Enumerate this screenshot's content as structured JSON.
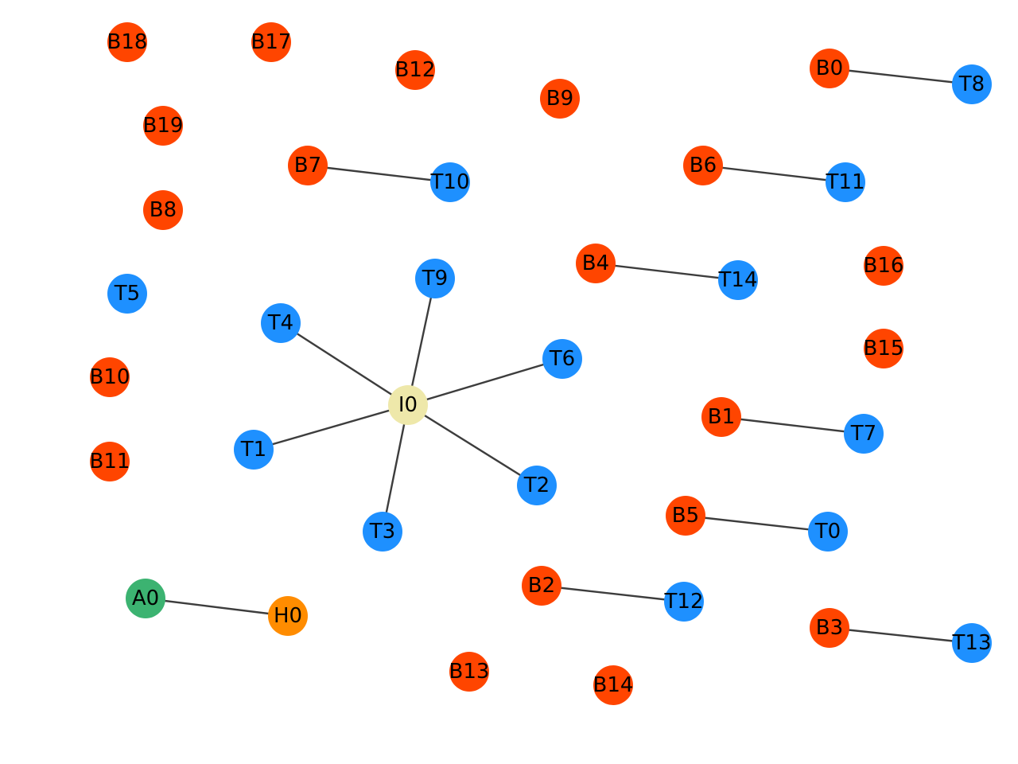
{
  "colors": {
    "B": "#ff4500",
    "T": "#1e90ff",
    "I": "#eee8aa",
    "A": "#3cb371",
    "H": "#ff8c00",
    "edge": "#3d3d3d"
  },
  "nodes": [
    {
      "id": "B0",
      "kind": "B"
    },
    {
      "id": "B1",
      "kind": "B"
    },
    {
      "id": "B2",
      "kind": "B"
    },
    {
      "id": "B3",
      "kind": "B"
    },
    {
      "id": "B4",
      "kind": "B"
    },
    {
      "id": "B5",
      "kind": "B"
    },
    {
      "id": "B6",
      "kind": "B"
    },
    {
      "id": "B7",
      "kind": "B"
    },
    {
      "id": "B8",
      "kind": "B"
    },
    {
      "id": "B9",
      "kind": "B"
    },
    {
      "id": "B10",
      "kind": "B"
    },
    {
      "id": "B11",
      "kind": "B"
    },
    {
      "id": "B12",
      "kind": "B"
    },
    {
      "id": "B13",
      "kind": "B"
    },
    {
      "id": "B14",
      "kind": "B"
    },
    {
      "id": "B15",
      "kind": "B"
    },
    {
      "id": "B16",
      "kind": "B"
    },
    {
      "id": "B17",
      "kind": "B"
    },
    {
      "id": "B18",
      "kind": "B"
    },
    {
      "id": "B19",
      "kind": "B"
    },
    {
      "id": "T0",
      "kind": "T"
    },
    {
      "id": "T1",
      "kind": "T"
    },
    {
      "id": "T2",
      "kind": "T"
    },
    {
      "id": "T3",
      "kind": "T"
    },
    {
      "id": "T4",
      "kind": "T"
    },
    {
      "id": "T5",
      "kind": "T"
    },
    {
      "id": "T6",
      "kind": "T"
    },
    {
      "id": "T7",
      "kind": "T"
    },
    {
      "id": "T8",
      "kind": "T"
    },
    {
      "id": "T9",
      "kind": "T"
    },
    {
      "id": "T10",
      "kind": "T"
    },
    {
      "id": "T11",
      "kind": "T"
    },
    {
      "id": "T12",
      "kind": "T"
    },
    {
      "id": "T13",
      "kind": "T"
    },
    {
      "id": "T14",
      "kind": "T"
    },
    {
      "id": "I0",
      "kind": "I"
    },
    {
      "id": "A0",
      "kind": "A"
    },
    {
      "id": "H0",
      "kind": "H"
    }
  ],
  "edges": [
    [
      "B0",
      "T8"
    ],
    [
      "B6",
      "T11"
    ],
    [
      "B7",
      "T10"
    ],
    [
      "B4",
      "T14"
    ],
    [
      "B1",
      "T7"
    ],
    [
      "B5",
      "T0"
    ],
    [
      "B2",
      "T12"
    ],
    [
      "B3",
      "T13"
    ],
    [
      "A0",
      "H0"
    ],
    [
      "I0",
      "T9"
    ],
    [
      "I0",
      "T4"
    ],
    [
      "I0",
      "T6"
    ],
    [
      "I0",
      "T1"
    ],
    [
      "I0",
      "T2"
    ],
    [
      "I0",
      "T3"
    ]
  ]
}
